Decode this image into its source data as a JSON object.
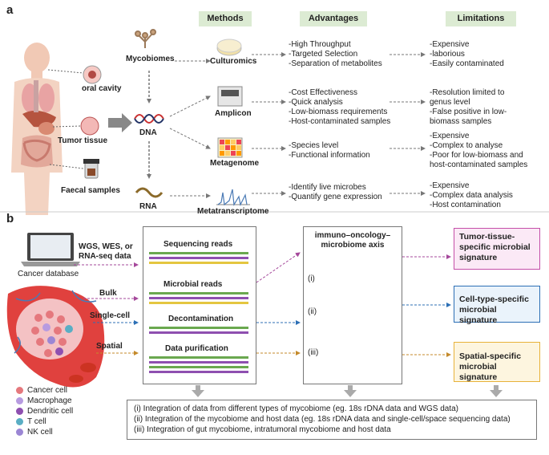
{
  "panel_a": {
    "letter": "a",
    "headers": {
      "methods": "Methods",
      "advantages": "Advantages",
      "limitations": "Limitations"
    },
    "body_labels": {
      "oral": "oral cavity",
      "tumor": "Tumor tissue",
      "faecal": "Faecal samples"
    },
    "sources": {
      "mycobiomes": "Mycobiomes",
      "dna": "DNA",
      "rna": "RNA"
    },
    "methods": [
      {
        "name": "Culturomics",
        "advantages": [
          "-High Throughput",
          "-Targeted Selection",
          "-Separation of metabolites"
        ],
        "limitations": [
          "-Expensive",
          "-laborious",
          "-Easily contaminated"
        ]
      },
      {
        "name": "Amplicon",
        "advantages": [
          "-Cost Effectiveness",
          "-Quick analysis",
          "-Low-biomass requirements",
          "-Host-contaminated samples"
        ],
        "limitations": [
          "-Resolution limited to",
          "genus level",
          "-False positive in low-",
          "biomass samples"
        ]
      },
      {
        "name": "Metagenome",
        "advantages": [
          "-Species level",
          "-Functional information"
        ],
        "limitations": [
          "-Expensive",
          "-Complex to analyse",
          "-Poor for low-biomass and",
          "host-contaminated samples"
        ]
      },
      {
        "name": "Metatranscriptome",
        "advantages": [
          "-Identify live microbes",
          "-Quantify gene expression"
        ],
        "limitations": [
          "-Expensive",
          "-Complex data analysis",
          "-Host contamination"
        ]
      }
    ]
  },
  "panel_b": {
    "letter": "b",
    "inputs": {
      "database": "Cancer database",
      "data_types": [
        "WGS, WES, or",
        "RNA-seq data"
      ],
      "bulk": "Bulk",
      "single_cell": "Single-cell",
      "spatial": "Spatial"
    },
    "steps": [
      "Sequencing reads",
      "Microbial reads",
      "Decontamination",
      "Data purification"
    ],
    "axis_title": [
      "immuno–oncology–",
      "microbiome axis"
    ],
    "axis_items": [
      "(i)",
      "(ii)",
      "(iii)"
    ],
    "signatures": [
      {
        "text": [
          "Tumor-tissue-",
          "specific microbial",
          "signature"
        ],
        "border": "#c44fa8",
        "bg": "#fbe9f6"
      },
      {
        "text": [
          "Cell-type-specific",
          "microbial signature"
        ],
        "border": "#2c6fb5",
        "bg": "#eaf3fb"
      },
      {
        "text": [
          "Spatial-specific",
          "microbial signature"
        ],
        "border": "#e8b23a",
        "bg": "#fdf5df"
      }
    ],
    "legend": [
      {
        "label": "Cancer cell",
        "color": "#e5787d"
      },
      {
        "label": "Macrophage",
        "color": "#b79be0"
      },
      {
        "label": "Dendritic cell",
        "color": "#8e4fb0"
      },
      {
        "label": "T cell",
        "color": "#5aaec4"
      },
      {
        "label": "NK cell",
        "color": "#9b86d4"
      }
    ],
    "integration": [
      "(i) Integration of data from different types of mycobiome (eg. 18s rDNA data and WGS data)",
      "(ii) Integration of the mycobiome and host data (eg. 18s rDNA data and single-cell/space sequencing data)",
      "(iii) Integration of gut mycobiome, intratumoral mycobiome and host data"
    ]
  }
}
